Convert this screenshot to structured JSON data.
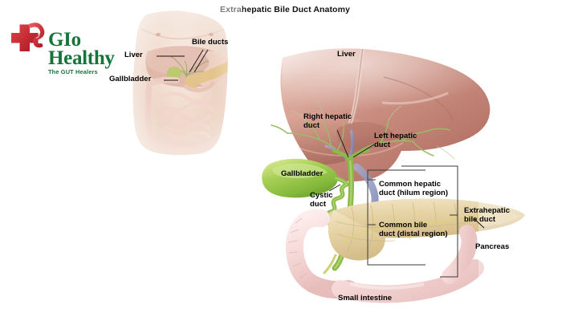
{
  "page": {
    "title": "Extrahepatic Bile Duct Anatomy",
    "background_color": "#ffffff"
  },
  "logo": {
    "name_line1": "GIo",
    "name_line2": "Healthy",
    "tagline": "The GUT Healers",
    "cross_color": "#c8202a",
    "text_color": "#16743a",
    "icon": "medical-cross-with-stomach"
  },
  "inset_figure": {
    "name": "human-torso-abdomen-inset",
    "labels": [
      {
        "id": "liver",
        "text": "Liver"
      },
      {
        "id": "bile-ducts",
        "text": "Bile ducts"
      },
      {
        "id": "gallbladder",
        "text": "Gallbladder"
      }
    ]
  },
  "main_figure": {
    "name": "extrahepatic-biliary-system",
    "labels": [
      {
        "id": "liver",
        "text": "Liver"
      },
      {
        "id": "right-hepatic-duct",
        "text": "Right hepatic\nduct"
      },
      {
        "id": "left-hepatic-duct",
        "text": "Left hepatic\nduct"
      },
      {
        "id": "gallbladder",
        "text": "Gallbladder"
      },
      {
        "id": "cystic-duct",
        "text": "Cystic\nduct"
      },
      {
        "id": "common-hepatic-duct",
        "text": "Common hepatic\nduct (hilum region)"
      },
      {
        "id": "common-bile-duct",
        "text": "Common bile\nduct (distal region)"
      },
      {
        "id": "extrahepatic-bile-duct",
        "text": "Extrahepatic\nbile duct"
      },
      {
        "id": "pancreas",
        "text": "Pancreas"
      },
      {
        "id": "small-intestine",
        "text": "Small intestine"
      }
    ]
  },
  "colors": {
    "liver": "#c98d80",
    "liver_dark": "#a96a5c",
    "gallbladder": "#8cc63f",
    "duct_green": "#93b860",
    "pancreas": "#e8d7ac",
    "intestine": "#f3d5d4",
    "skin": "#f2d9ca",
    "vein_blue": "#8b93c4",
    "bracket": "#3a3a3a"
  }
}
